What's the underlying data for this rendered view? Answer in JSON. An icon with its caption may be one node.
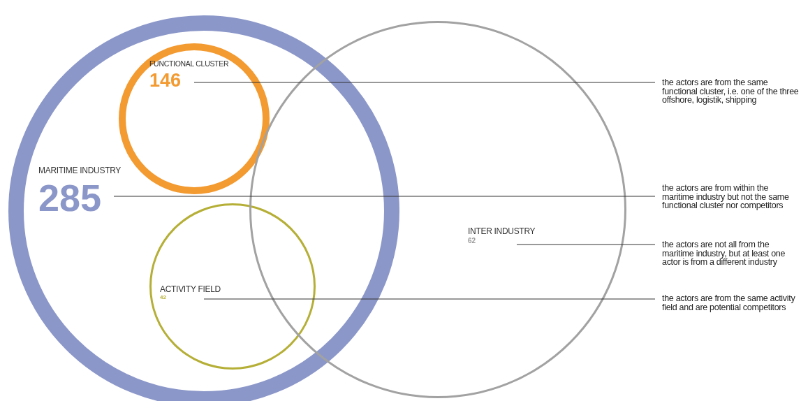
{
  "diagram": {
    "nodes": [
      {
        "text": [
          "MARITIME INDUSTRY",
          "285"
        ]
      },
      {
        "text": [
          "FUNCTIONAL CLUSTER",
          "146"
        ],
        "in": 0
      },
      {
        "text": [
          "ACTIVITY FIELD",
          "42"
        ],
        "in": 0
      },
      {
        "text": [
          "INTER INDUSTRY",
          "62"
        ]
      },
      {
        "text": [
          "the actors are from the same functional cluster, i.e. one of the three offshore, logistik, shipping"
        ]
      },
      {
        "text": [
          "the actors are from within the maritime industry but not the same functional cluster nor competitors"
        ]
      },
      {
        "text": [
          "the actors are not all from the maritime industry, but at least one actor is from a different industry"
        ]
      },
      {
        "text": [
          "the actors are from the same activity field and are potential competitors"
        ]
      }
    ],
    "edges": [
      {
        "from": 4,
        "to": 1,
        "arrow": "none"
      },
      {
        "from": 5,
        "to": 0,
        "arrow": "none"
      },
      {
        "from": 6,
        "to": 3,
        "arrow": "none"
      },
      {
        "from": 7,
        "to": 2,
        "arrow": "none"
      }
    ]
  }
}
